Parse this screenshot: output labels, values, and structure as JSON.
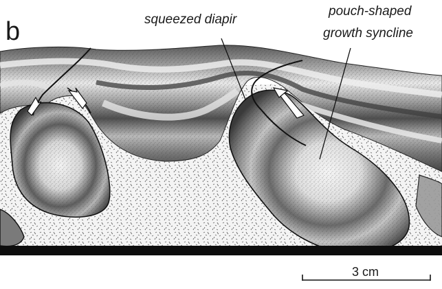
{
  "panel": {
    "letter": "b"
  },
  "annotations": {
    "squeezed_diapir": "squeezed diapir",
    "pouch_line1": "pouch-shaped",
    "pouch_line2": "growth syncline"
  },
  "scale_bar": {
    "label": "3 cm"
  },
  "colors": {
    "background": "#ffffff",
    "salt_fill": "#f2f2f2",
    "light_band": "#ededed",
    "mid_band": "#b3b3b3",
    "dark_band": "#5a5a5a",
    "outline": "#111111",
    "base": "#0d0d0d"
  }
}
